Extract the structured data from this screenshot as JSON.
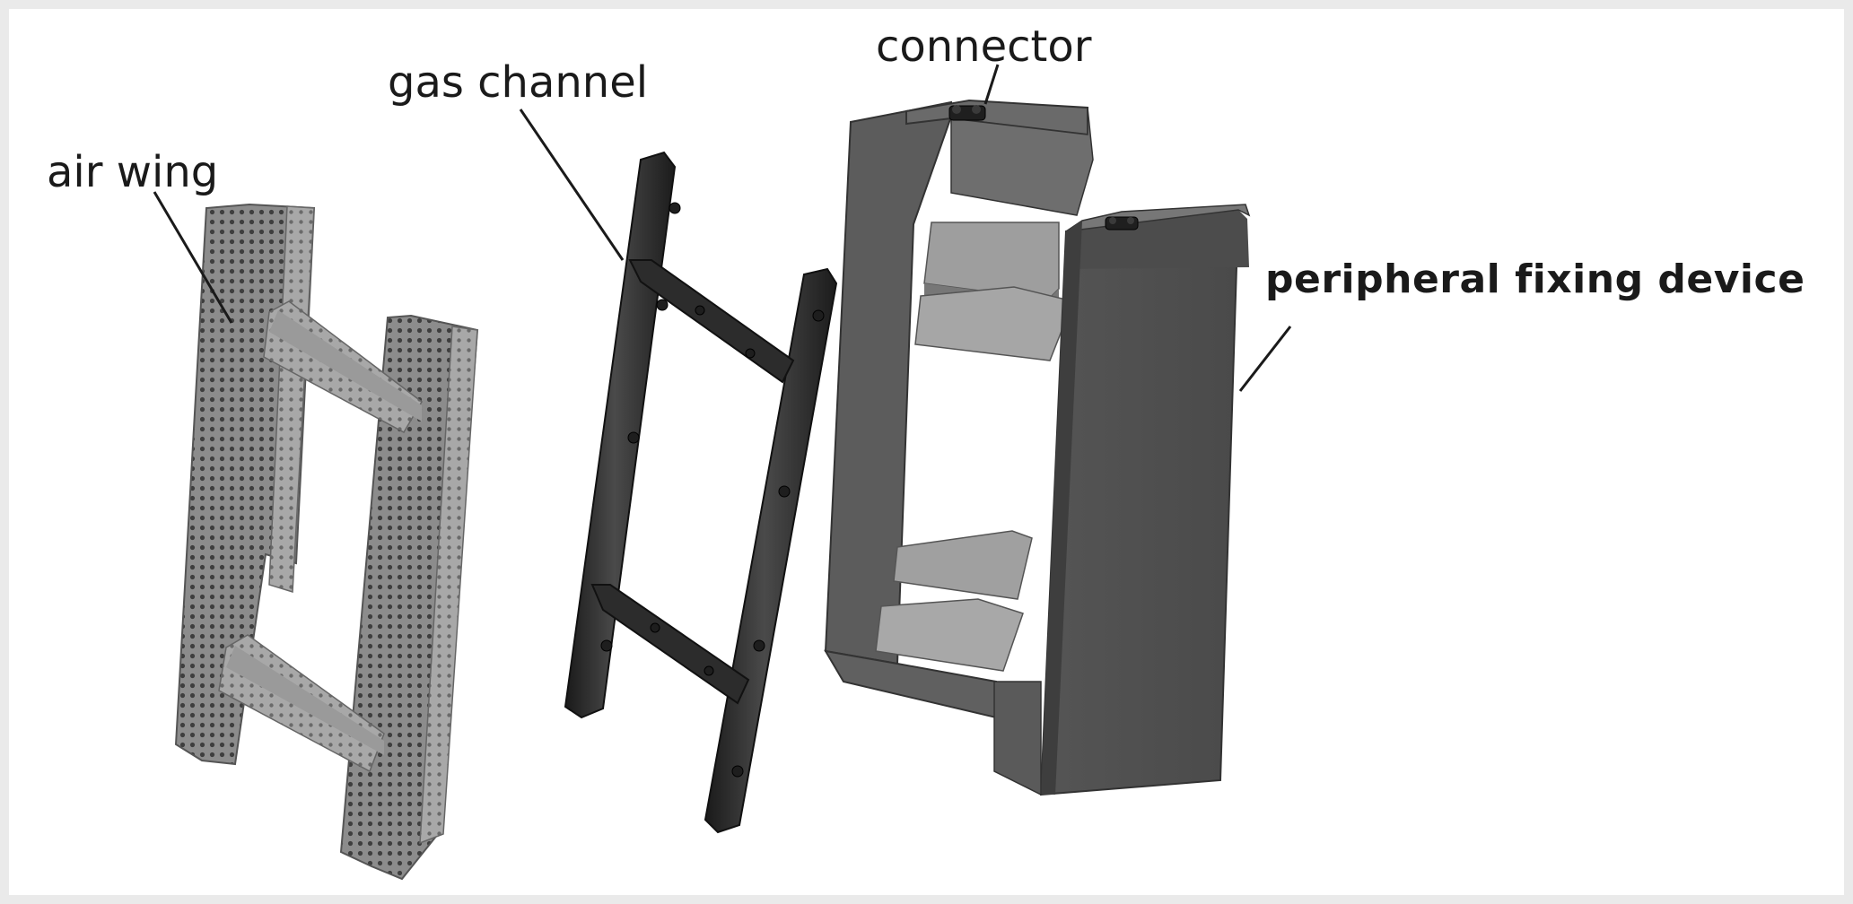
{
  "labels": {
    "air_wing": "air wing",
    "gas_channel": "gas channel",
    "connector": "connector",
    "peripheral_fixing_device": "peripheral fixing device"
  },
  "colors": {
    "background_border": "#eaeaea",
    "panel": "#ffffff",
    "air_wing_metal": "#8a8a8a",
    "gas_channel_pipe": "#2a2a2a",
    "fixing_device_body": "#5a5a5a",
    "leader_line": "#1a1a1a"
  }
}
